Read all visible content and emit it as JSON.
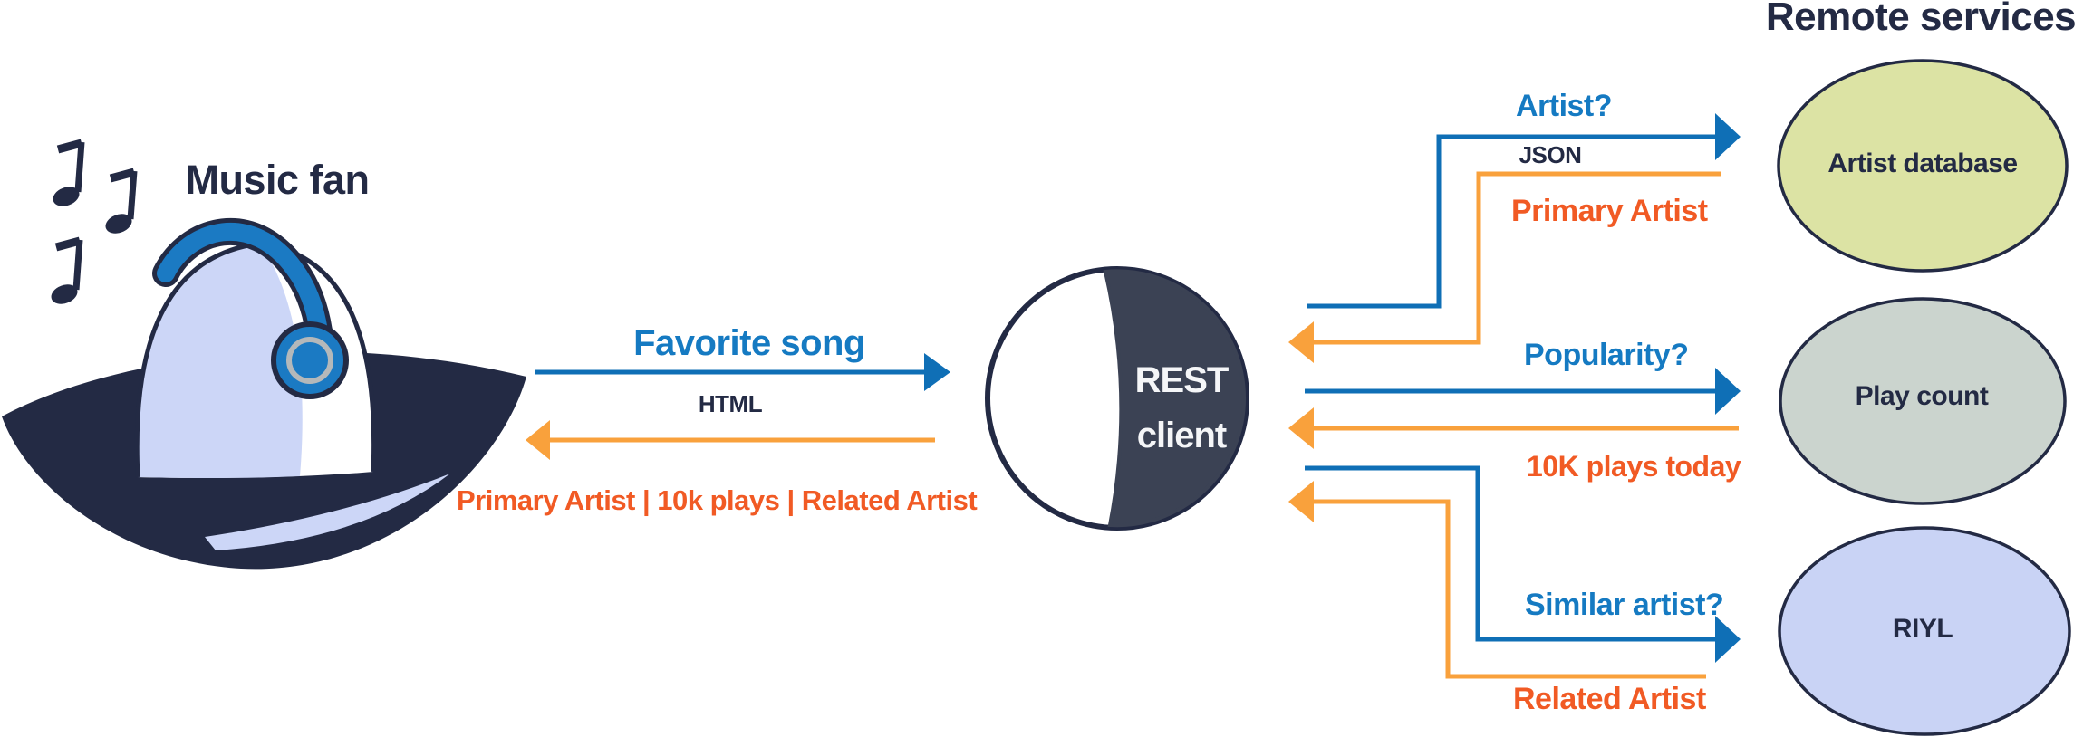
{
  "header": {
    "title": "Remote services"
  },
  "music_fan": {
    "label": "Music fan"
  },
  "rest_client": {
    "line1": "REST",
    "line2": "client"
  },
  "left_exchange": {
    "request": "Favorite song",
    "request_format": "HTML",
    "response": "Primary Artist | 10k plays | Related Artist"
  },
  "exchanges": [
    {
      "request": "Artist?",
      "format": "JSON",
      "response": "Primary Artist",
      "service": "Artist database",
      "fill": "#dce3a4"
    },
    {
      "request": "Popularity?",
      "response": "10K plays today",
      "service": "Play count",
      "fill": "#cbd4ce"
    },
    {
      "request": "Similar artist?",
      "response": "Related Artist",
      "service": "RIYL",
      "fill": "#c9d3f5"
    }
  ],
  "colors": {
    "navy": "#232a44",
    "arrow_blue": "#0f6fb6",
    "text_blue": "#157ac2",
    "arrow_orange": "#f9a13c",
    "text_orange": "#f15a24",
    "rest_dark": "#3b4254",
    "face_lavender": "#ccd6f7",
    "headphone_blue": "#1b7ac3"
  }
}
